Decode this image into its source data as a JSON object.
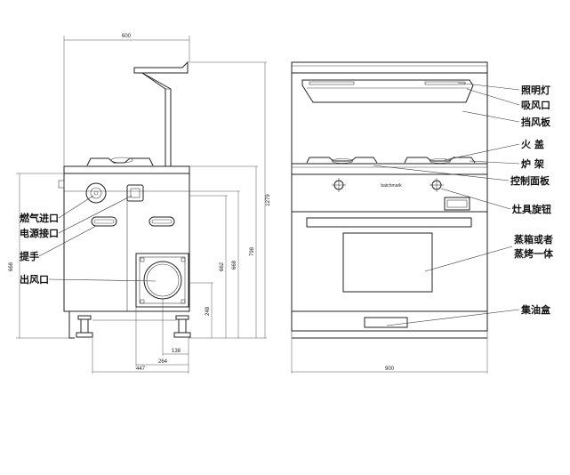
{
  "side_view": {
    "dimensions": {
      "top_width": "600",
      "total_height": "1279",
      "height_798": "798",
      "height_668_inner": "668",
      "height_662": "662",
      "height_668_outer": "668",
      "height_248": "248",
      "width_138": "138",
      "width_264": "264",
      "width_447": "447"
    },
    "labels": {
      "gas_inlet": "燃气进口",
      "power_port": "电源接口",
      "handle": "提手",
      "air_outlet": "出风口"
    }
  },
  "front_view": {
    "brand": "batchmark",
    "dimensions": {
      "width_900": "900"
    },
    "labels": {
      "light": "照明灯",
      "suction": "吸风口",
      "baffle": "挡风板",
      "fire_cover": "火  盖",
      "pan_support": "炉  架",
      "control_panel": "控制面板",
      "stove_knob": "灶具旋钮",
      "steam_oven_line1": "蒸箱或者",
      "steam_oven_line2": "蒸烤一体",
      "oil_box": "集油盒"
    }
  }
}
